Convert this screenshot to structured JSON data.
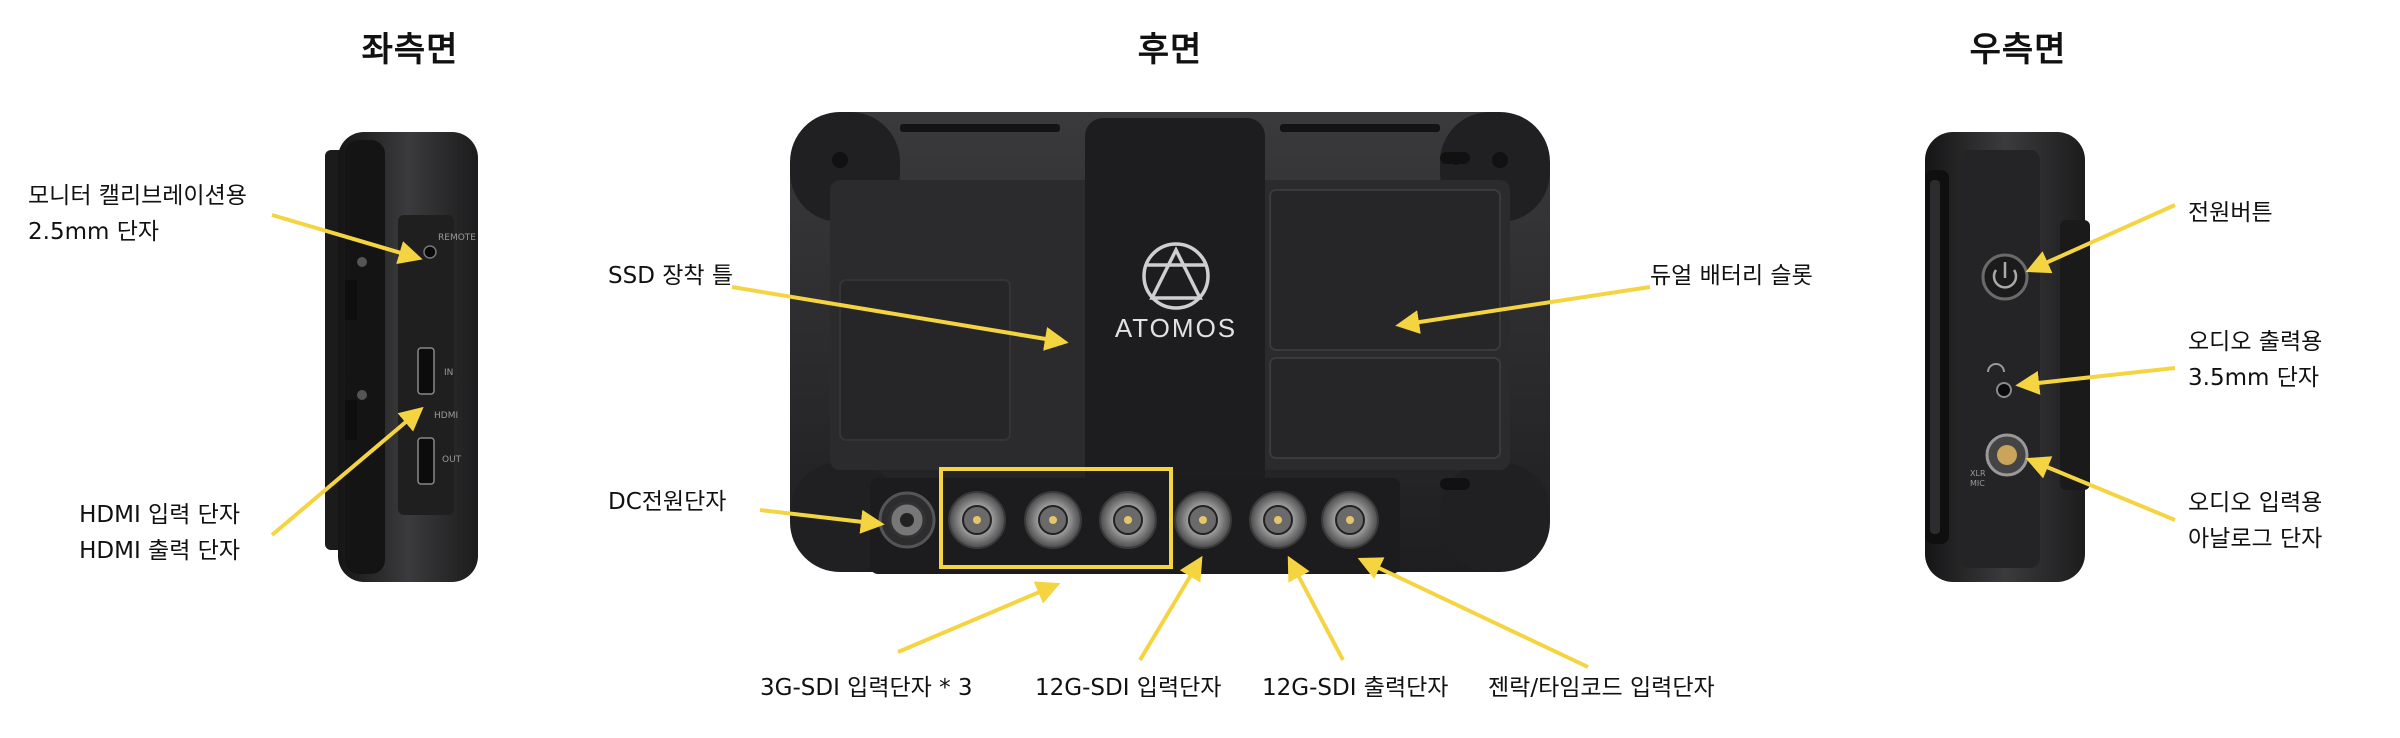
{
  "headings": {
    "left_side": "좌측면",
    "rear": "후면",
    "right_side": "우측면"
  },
  "device": {
    "brand_text": "ATOMOS",
    "port_texts": {
      "remote": "REMOTE",
      "hdmi_in": "IN",
      "hdmi_brand": "HDMI",
      "hdmi_out": "OUT",
      "xlr": "XLR",
      "mic": "MIC"
    }
  },
  "labels": {
    "calibration_line1": "모니터 캘리브레이션용",
    "calibration_line2": "2.5mm 단자",
    "hdmi_in": "HDMI 입력 단자",
    "hdmi_out": "HDMI 출력 단자",
    "ssd_mount": "SSD 장착 틀",
    "dc_power": "DC전원단자",
    "dual_battery": "듀얼 배터리 슬롯",
    "sdi_3g": "3G-SDI 입력단자 * 3",
    "sdi_12g_in": "12G-SDI 입력단자",
    "sdi_12g_out": "12G-SDI 출력단자",
    "genlock": "젠락/타임코드 입력단자",
    "power_button": "전원버튼",
    "audio_out_line1": "오디오 출력용",
    "audio_out_line2": "3.5mm 단자",
    "audio_in_line1": "오디오 입력용",
    "audio_in_line2": "아날로그 단자"
  },
  "colors": {
    "accent_yellow": "#f5d442",
    "device_body": "#2a2a2c",
    "device_dark": "#1a1a1b"
  }
}
